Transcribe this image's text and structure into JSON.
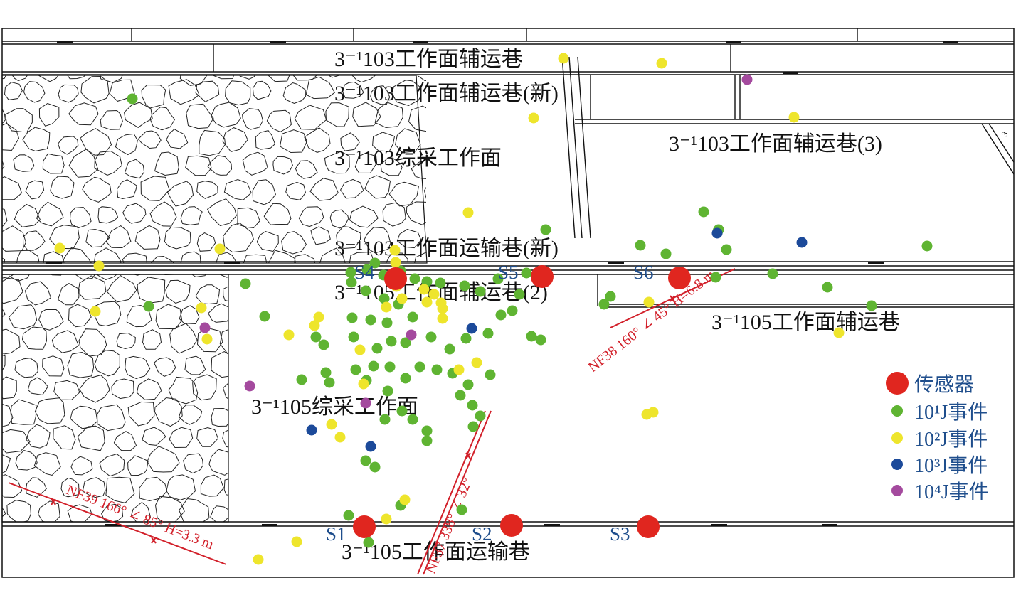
{
  "labels": {
    "aux_103": "3⁻¹103工作面辅运巷",
    "aux_103_new": "3⁻¹103工作面辅运巷(新)",
    "aux_103_3": "3⁻¹103工作面辅运巷(3)",
    "face_103": "3⁻¹103综采工作面",
    "transport_103_new": "3⁻¹103工作面运输巷(新)",
    "aux_105_2": "3⁻¹105工作面辅运巷(2)",
    "aux_105": "3⁻¹105工作面辅运巷",
    "face_105": "3⁻¹105综采工作面",
    "transport_105": "3⁻¹105工作面运输巷",
    "corner_digit": "3"
  },
  "faults": {
    "nf39": "NF39 166° ∠ 85° H=3.3 m",
    "nf37": "NF37 338° ∠ 32°",
    "nf38": "NF38 160° ∠ 45° H=6.8 m"
  },
  "sensors": [
    {
      "name": "S1"
    },
    {
      "name": "S2"
    },
    {
      "name": "S3"
    },
    {
      "name": "S4"
    },
    {
      "name": "S5"
    },
    {
      "name": "S6"
    }
  ],
  "legend": {
    "sensor": "传感器",
    "e1": "10¹J事件",
    "e2": "10²J事件",
    "e3": "10³J事件",
    "e4": "10⁴J事件"
  },
  "colors": {
    "sensor": "#e0261f",
    "e1": "#5fb432",
    "e2": "#eee52c",
    "e3": "#1c4a9a",
    "e4": "#a44a9e",
    "fault": "#d2202a",
    "label_blue": "#1f4e8c"
  }
}
